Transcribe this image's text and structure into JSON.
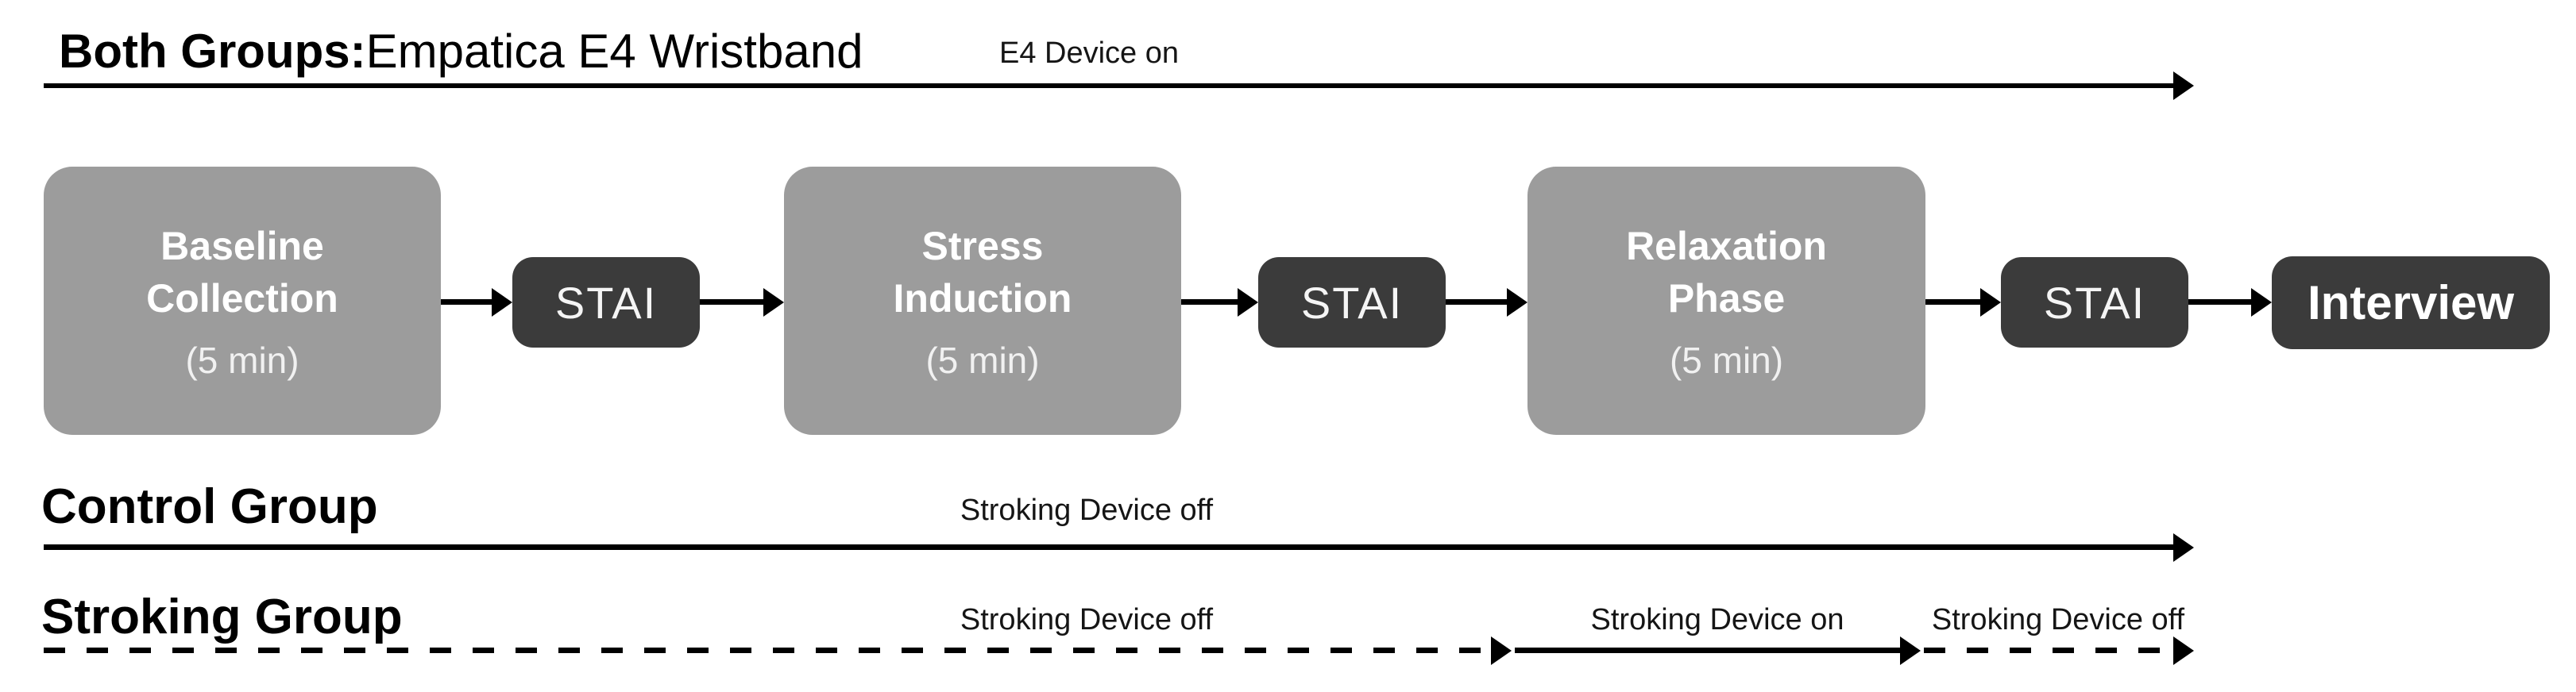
{
  "header": {
    "bold_label": "Both Groups:",
    "device_label": "Empatica E4 Wristband",
    "arrow_label": "E4 Device on"
  },
  "flow": {
    "phases": [
      {
        "title": "Baseline\nCollection",
        "duration": "(5 min)"
      },
      {
        "title": "Stress\nInduction",
        "duration": "(5 min)"
      },
      {
        "title": "Relaxation\nPhase",
        "duration": "(5 min)"
      }
    ],
    "stai_labels": [
      "STAI",
      "STAI",
      "STAI"
    ],
    "interview_label": "Interview"
  },
  "control_group": {
    "label": "Control Group",
    "arrow_label": "Stroking Device off"
  },
  "stroking_group": {
    "label": "Stroking Group",
    "segment_labels": [
      "Stroking Device off",
      "Stroking Device on",
      "Stroking Device off"
    ]
  },
  "colors": {
    "phase_box": "#9c9c9c",
    "measure_box": "#3b3b3b",
    "line": "#000000",
    "box_text": "#ffffff",
    "text": "#000000"
  }
}
